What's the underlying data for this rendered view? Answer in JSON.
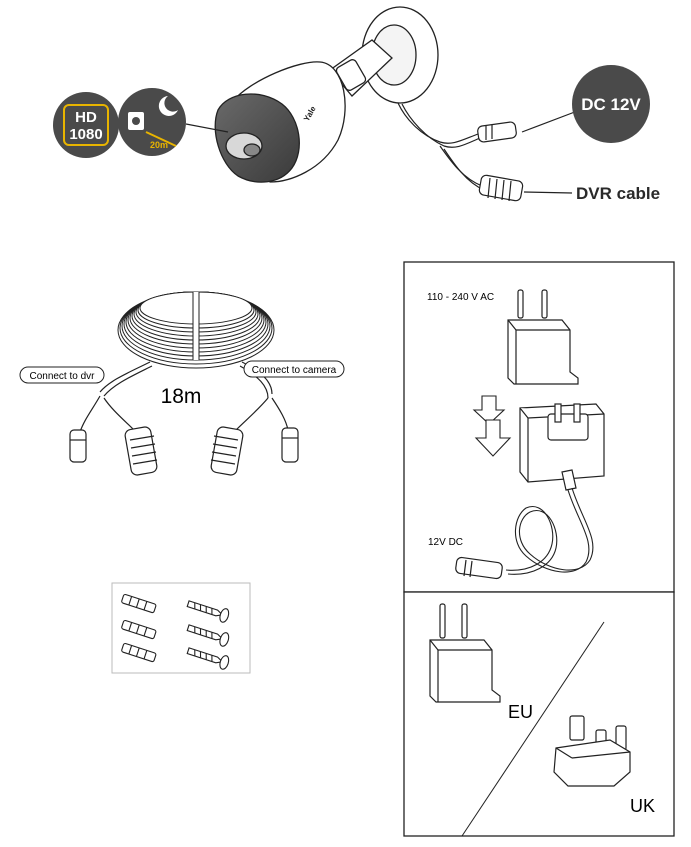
{
  "camera": {
    "badge_hd_line1": "HD",
    "badge_hd_line2": "1080",
    "night_range": "20m",
    "brand": "Yale",
    "dc_label": "DC 12V",
    "dvr_label": "DVR cable"
  },
  "cable": {
    "left_label": "Connect to dvr",
    "length": "18m",
    "right_label": "Connect to camera"
  },
  "power": {
    "ac_label": "110 - 240 V AC",
    "dc_label": "12V DC"
  },
  "plugs": {
    "eu": "EU",
    "uk": "UK"
  },
  "colors": {
    "dark_badge": "#4a4a4a",
    "accent_yellow": "#e8b400",
    "line": "#222222"
  }
}
